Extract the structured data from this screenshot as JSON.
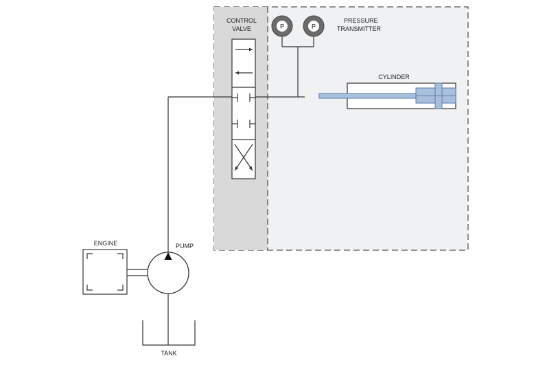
{
  "labels": {
    "control_valve_line1": "CONTROL",
    "control_valve_line2": "VALVE",
    "pressure_line1": "PRESSURE",
    "pressure_line2": "TRANSMITTER",
    "cylinder": "CYLINDER",
    "engine": "ENGINE",
    "pump": "PUMP",
    "tank": "TANK",
    "gauge_1": "P",
    "gauge_2": "P"
  },
  "colors": {
    "outer_region_fill": "#f0f1f3",
    "valve_region_fill": "#d9d9d9",
    "region_border": "#555555",
    "gauge_fill": "#6b6b6b",
    "cylinder_rod_fill": "#a9c0dc",
    "cylinder_rod_stroke": "#5a7aa8",
    "line": "#333333"
  }
}
